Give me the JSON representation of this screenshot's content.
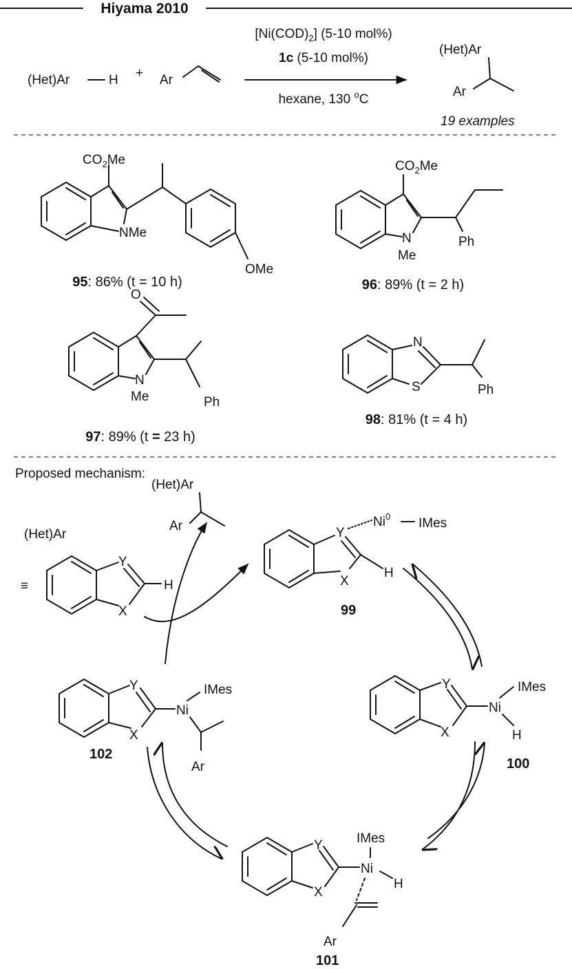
{
  "header": {
    "title": "Hiyama 2010"
  },
  "reaction": {
    "reactant1_het": "(Het)Ar",
    "reactant1_h": "H",
    "plus": "+",
    "reactant2_ar": "Ar",
    "catalyst_prefix": "[Ni(COD)",
    "catalyst_sub": "2",
    "catalyst_suffix": "] (5-10 mol%)",
    "ligand_bold": "1c",
    "ligand_rest": " (5-10 mol%)",
    "conditions": "hexane, 130 ",
    "deg": "o",
    "degC": "C",
    "product_het": "(Het)Ar",
    "product_ar": "Ar",
    "examples": "19 examples"
  },
  "examples": [
    {
      "id": "95",
      "yield": ": 86% (t = 10 h)",
      "co2me_prefix": "CO",
      "co2me_sub": "2",
      "co2me_suffix": "Me",
      "nme": "NMe",
      "ome": "OMe"
    },
    {
      "id": "96",
      "yield": ": 89% (t = 2 h)",
      "co2me_prefix": "CO",
      "co2me_sub": "2",
      "co2me_suffix": "Me",
      "n": "N",
      "me": "Me",
      "ph": "Ph"
    },
    {
      "id": "97",
      "yield": ": 89% (t ",
      "eq": "=",
      "yield_end": " 23 h)",
      "o": "O",
      "n": "N",
      "me": "Me",
      "ph": "Ph"
    },
    {
      "id": "98",
      "yield": ": 81% (t = 4 h)",
      "n": "N",
      "s": "S",
      "ph": "Ph"
    }
  ],
  "mechanism": {
    "title": "Proposed mechanism:",
    "equiv": "≡",
    "het_label": "(Het)Ar",
    "prod_het": "(Het)Ar",
    "prod_ar": "Ar",
    "y": "Y",
    "x": "X",
    "h": "H",
    "ni": "Ni",
    "ni0_sup": "0",
    "imes": "IMes",
    "ar": "Ar",
    "c99": "99",
    "c100": "100",
    "c101": "101",
    "c102": "102"
  }
}
